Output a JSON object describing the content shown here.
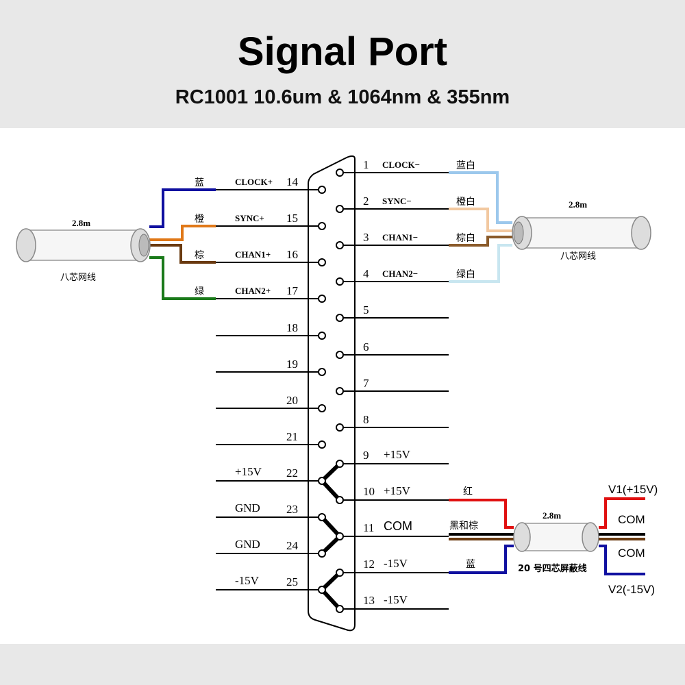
{
  "header": {
    "title": "Signal Port",
    "subtitle": "RC1001 10.6um & 1064nm & 355nm"
  },
  "colors": {
    "blue": "#1010a0",
    "orange": "#e07818",
    "brown": "#6a3a10",
    "green": "#1a7a1a",
    "light_blue": "#9cc8ec",
    "light_orange": "#f2c8a0",
    "light_brown": "#8a5a2a",
    "light_green": "#c8e6f0",
    "red": "#e01010",
    "black": "#000000",
    "header_bg": "#e8e8e8"
  },
  "left_cable": {
    "length": "2.8m",
    "name": "八芯网线"
  },
  "right_cable": {
    "length": "2.8m",
    "name": "八芯网线"
  },
  "power_cable": {
    "length": "2.8m",
    "name": "20 号四芯屏蔽线"
  },
  "left_pins": [
    {
      "num": "14",
      "signal": "CLOCK+",
      "wire": "蓝"
    },
    {
      "num": "15",
      "signal": "SYNC+",
      "wire": "橙"
    },
    {
      "num": "16",
      "signal": "CHAN1+",
      "wire": "棕"
    },
    {
      "num": "17",
      "signal": "CHAN2+",
      "wire": "绿"
    },
    {
      "num": "18",
      "signal": ""
    },
    {
      "num": "19",
      "signal": ""
    },
    {
      "num": "20",
      "signal": ""
    },
    {
      "num": "21",
      "signal": ""
    },
    {
      "num": "22",
      "signal": "+15V"
    },
    {
      "num": "23",
      "signal": "GND"
    },
    {
      "num": "24",
      "signal": "GND"
    },
    {
      "num": "25",
      "signal": "-15V"
    }
  ],
  "right_pins": [
    {
      "num": "1",
      "signal": "CLOCK−",
      "wire": "蓝白"
    },
    {
      "num": "2",
      "signal": "SYNC−",
      "wire": "橙白"
    },
    {
      "num": "3",
      "signal": "CHAN1−",
      "wire": "棕白"
    },
    {
      "num": "4",
      "signal": "CHAN2−",
      "wire": "绿白"
    },
    {
      "num": "5",
      "signal": ""
    },
    {
      "num": "6",
      "signal": ""
    },
    {
      "num": "7",
      "signal": ""
    },
    {
      "num": "8",
      "signal": ""
    },
    {
      "num": "9",
      "signal": "+15V"
    },
    {
      "num": "10",
      "signal": "+15V",
      "wire": "红"
    },
    {
      "num": "11",
      "signal": "COM",
      "wire": "黑和棕"
    },
    {
      "num": "12",
      "signal": "-15V",
      "wire": "蓝"
    },
    {
      "num": "13",
      "signal": "-15V"
    }
  ],
  "power_outputs": {
    "v1": "V1(+15V)",
    "com_top": "COM",
    "com_bottom": "COM",
    "v2": "V2(-15V)"
  }
}
